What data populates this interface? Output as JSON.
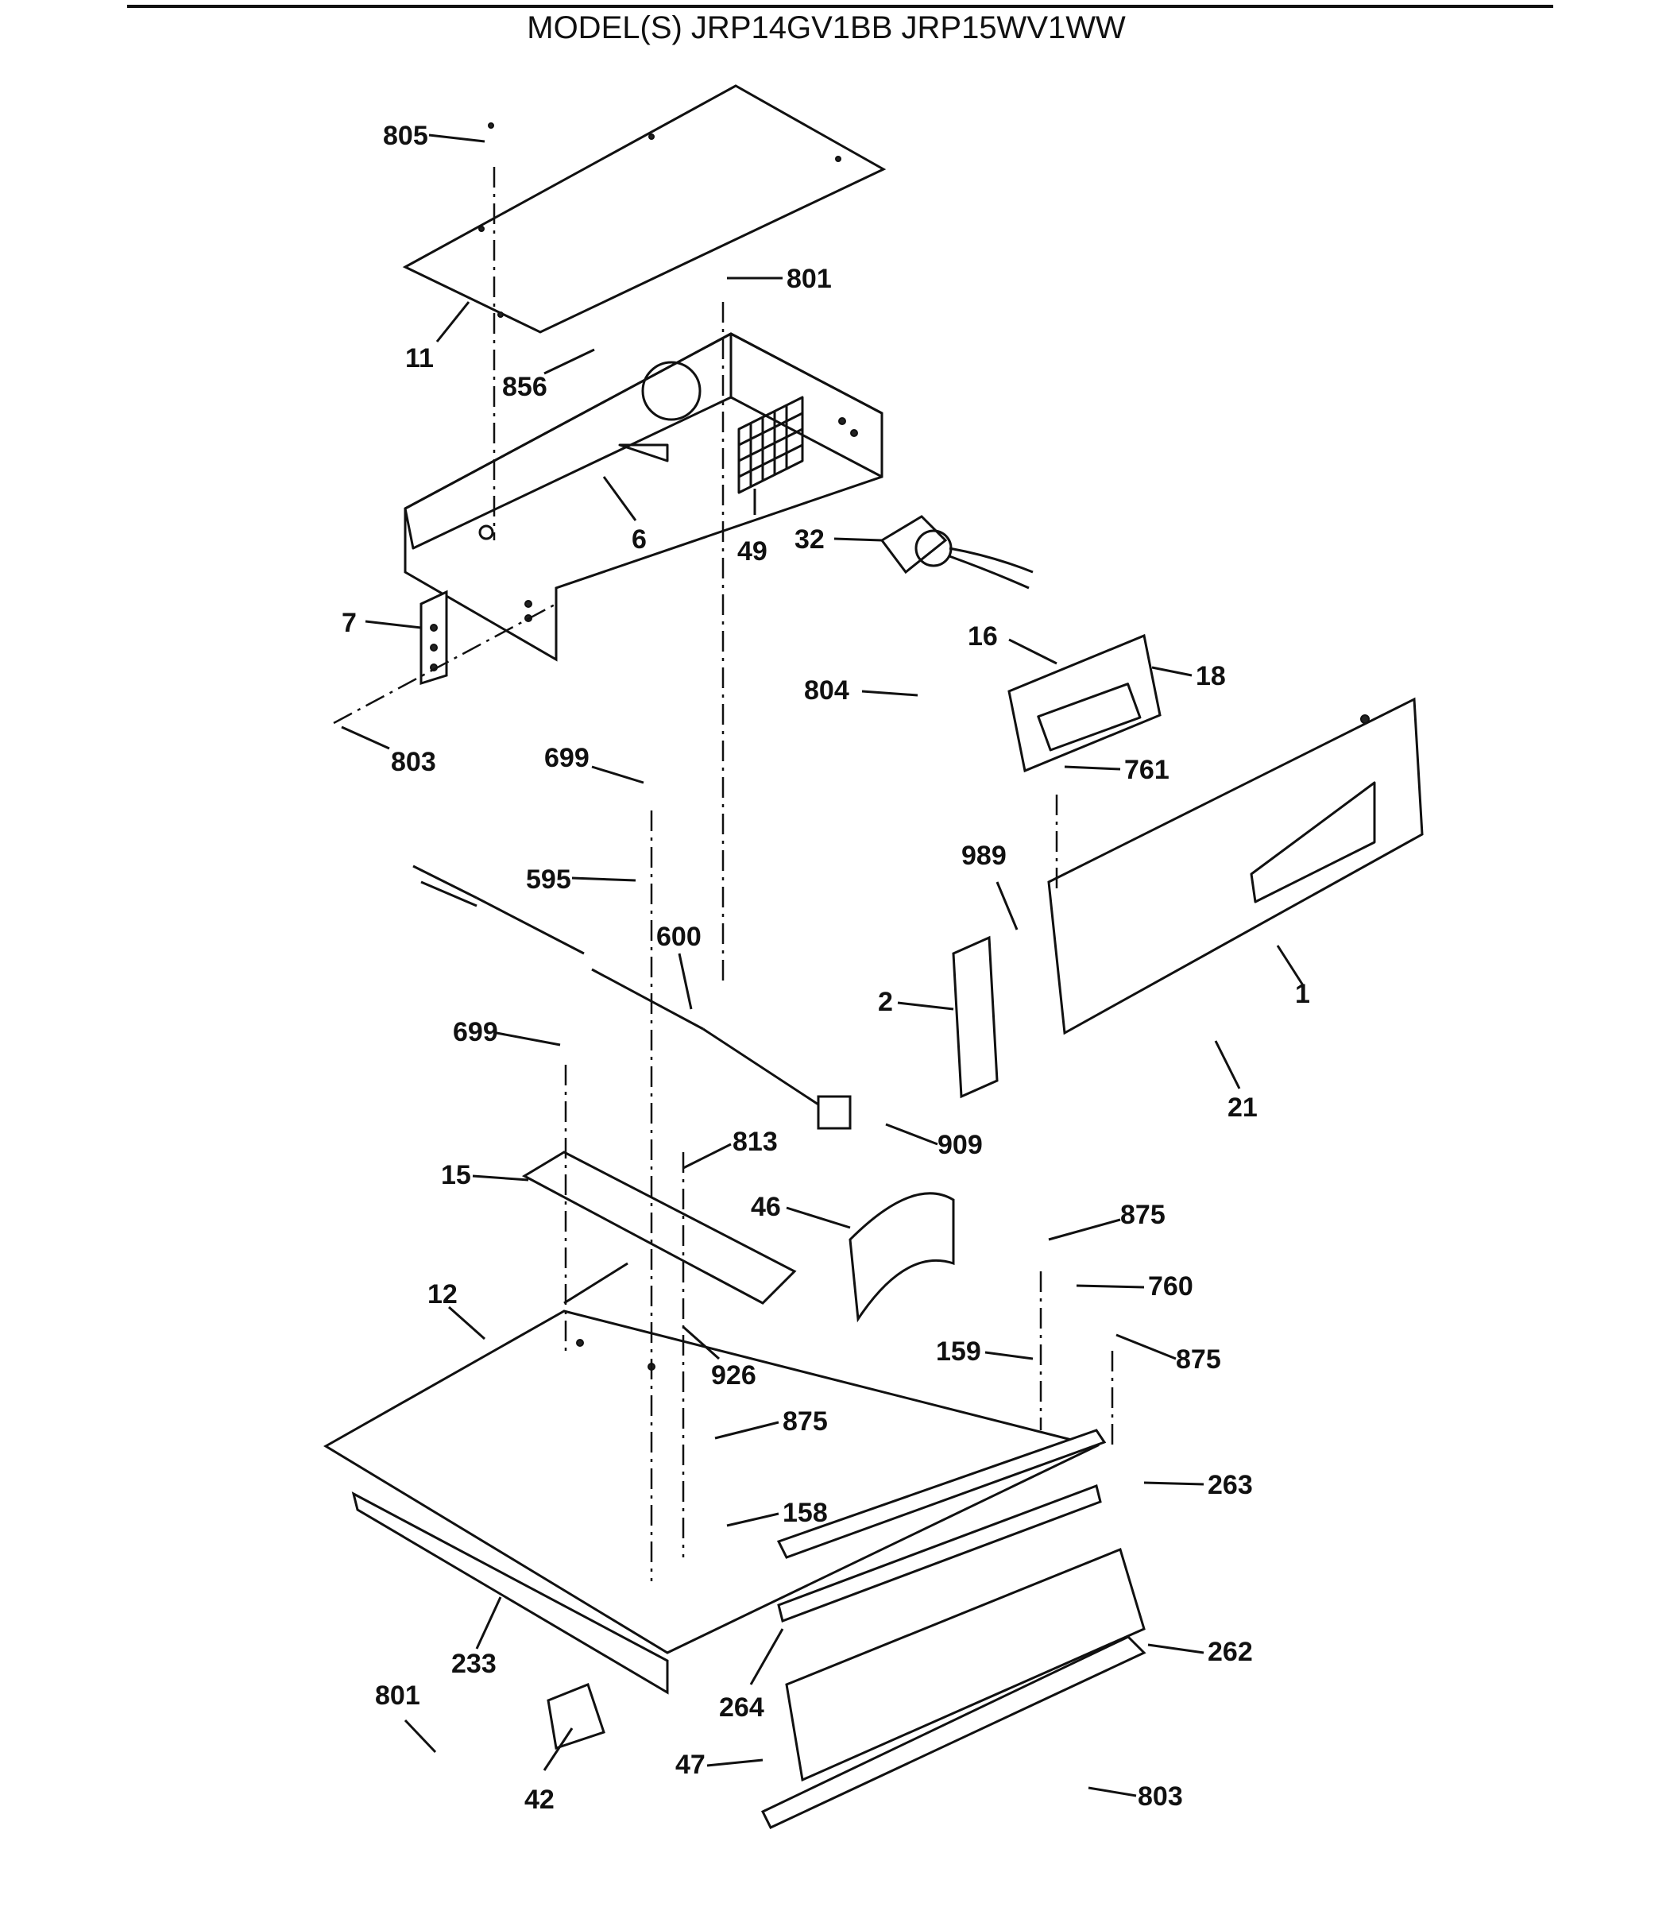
{
  "title": "MODEL(S) JRP14GV1BB  JRP15WV1WW",
  "callouts": [
    {
      "id": "805"
    },
    {
      "id": "801"
    },
    {
      "id": "11"
    },
    {
      "id": "856"
    },
    {
      "id": "6"
    },
    {
      "id": "49"
    },
    {
      "id": "32"
    },
    {
      "id": "7"
    },
    {
      "id": "803"
    },
    {
      "id": "16"
    },
    {
      "id": "18"
    },
    {
      "id": "804"
    },
    {
      "id": "761"
    },
    {
      "id": "699"
    },
    {
      "id": "595"
    },
    {
      "id": "989"
    },
    {
      "id": "600"
    },
    {
      "id": "2"
    },
    {
      "id": "1"
    },
    {
      "id": "699"
    },
    {
      "id": "21"
    },
    {
      "id": "909"
    },
    {
      "id": "813"
    },
    {
      "id": "15"
    },
    {
      "id": "46"
    },
    {
      "id": "875"
    },
    {
      "id": "760"
    },
    {
      "id": "12"
    },
    {
      "id": "159"
    },
    {
      "id": "875"
    },
    {
      "id": "926"
    },
    {
      "id": "875"
    },
    {
      "id": "263"
    },
    {
      "id": "158"
    },
    {
      "id": "262"
    },
    {
      "id": "233"
    },
    {
      "id": "264"
    },
    {
      "id": "801"
    },
    {
      "id": "47"
    },
    {
      "id": "803"
    },
    {
      "id": "42"
    }
  ]
}
